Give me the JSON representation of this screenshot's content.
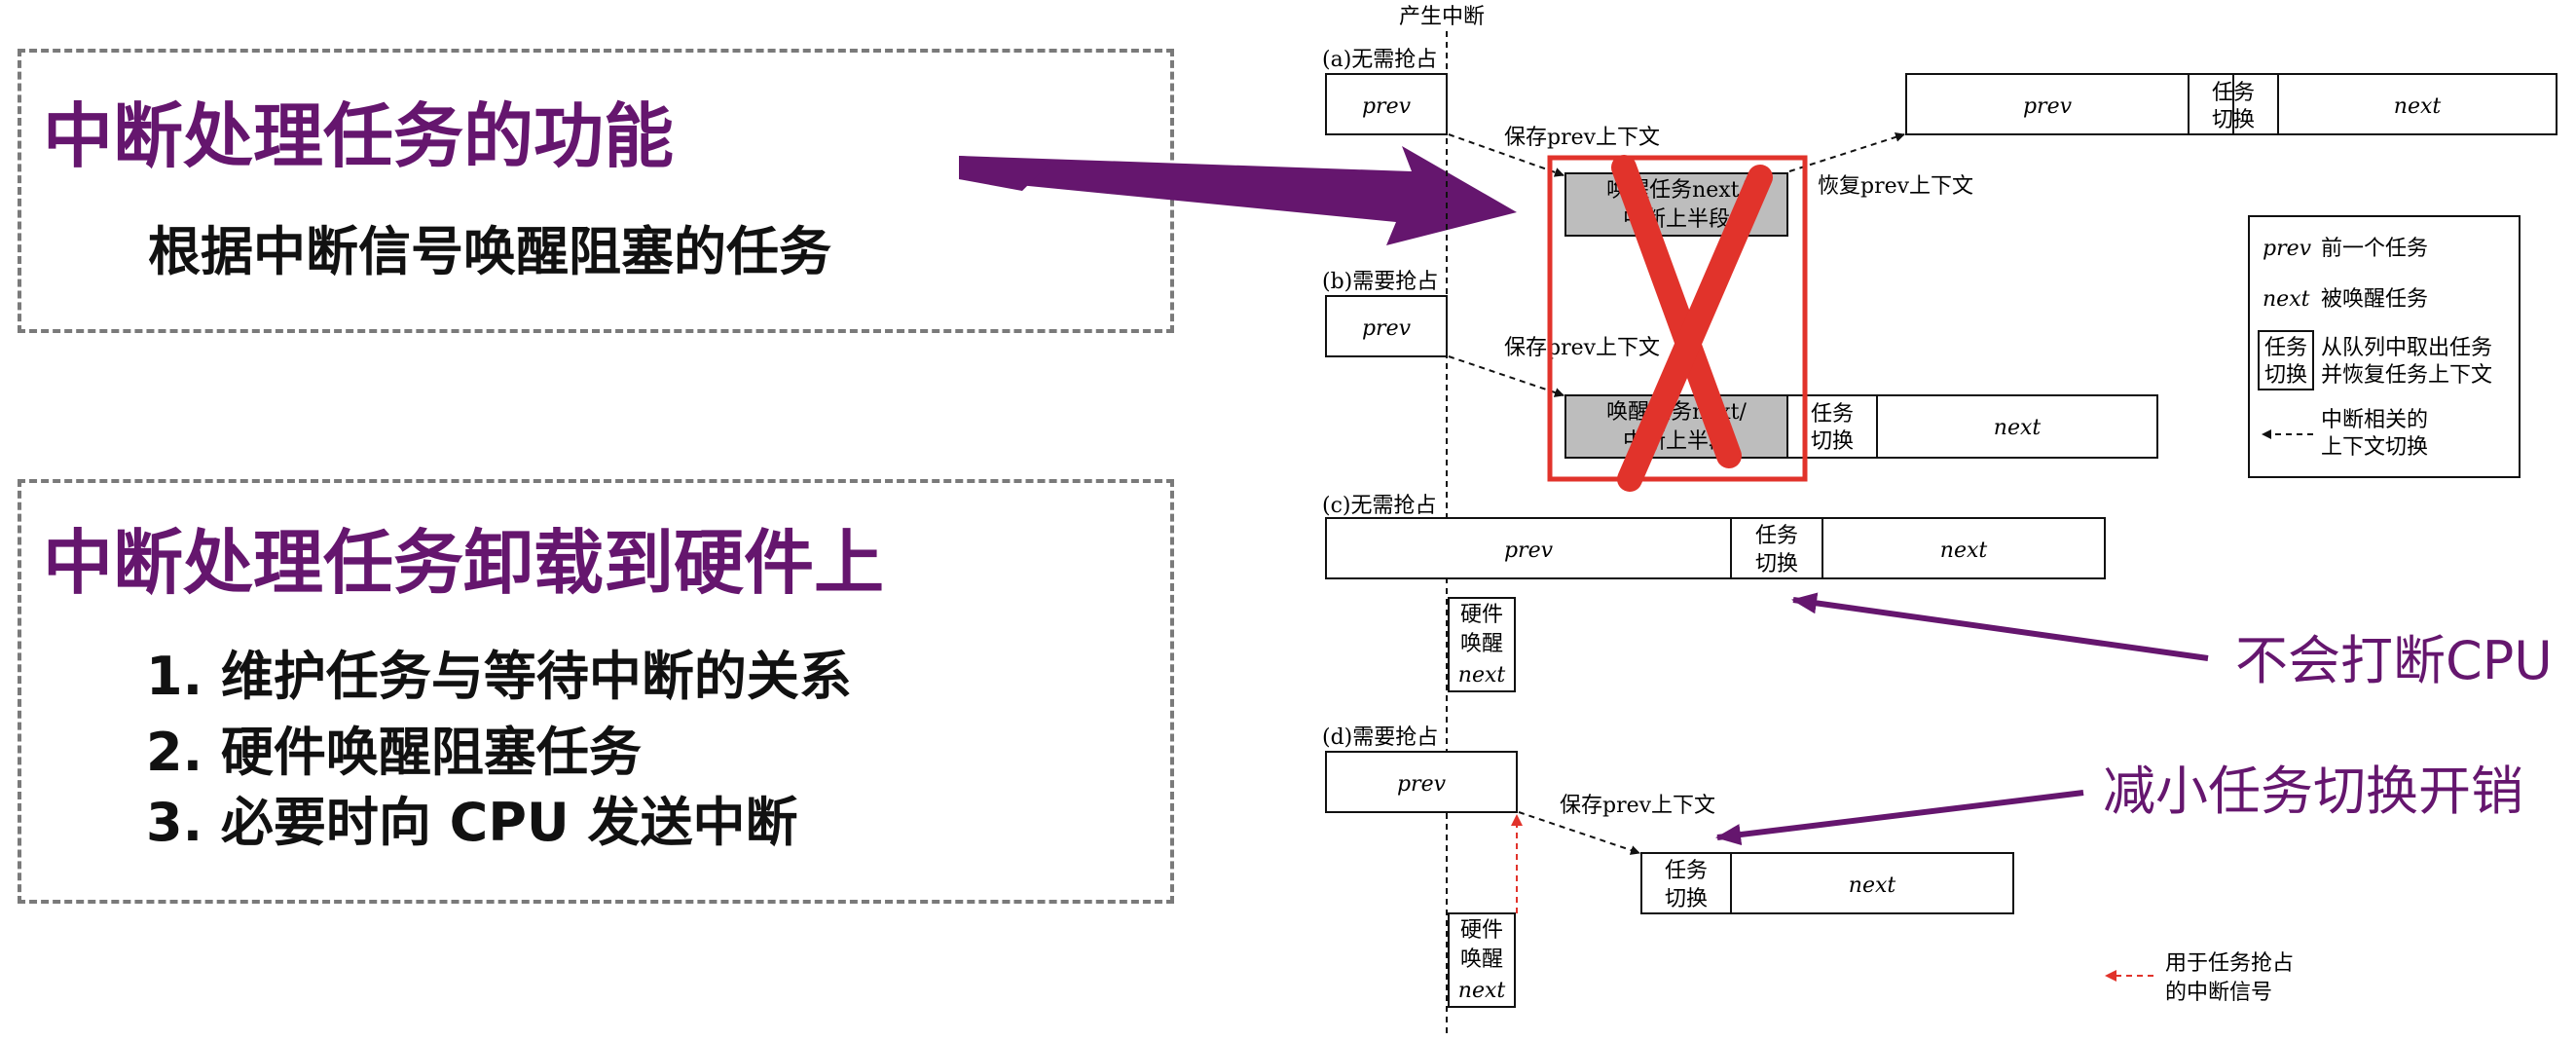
{
  "left": {
    "box1": {
      "heading": "中断处理任务的功能",
      "text": "根据中断信号唤醒阻塞的任务"
    },
    "box2": {
      "heading": "中断处理任务卸载到硬件上",
      "items": [
        "1. 维护任务与等待中断的关系",
        "2. 硬件唤醒阻塞任务",
        "3. 必要时向 CPU 发送中断"
      ]
    }
  },
  "notes": {
    "no_interrupt": "不会打断CPU",
    "reduce_cost": "减小任务切换开销"
  },
  "colors": {
    "purple": "#65166e",
    "red": "#e1332b",
    "gray_fill": "#bdbdbd"
  },
  "diagram": {
    "interrupt_label": "产生中断",
    "sections": {
      "a": "(a)无需抢占",
      "b": "(b)需要抢占",
      "c": "(c)无需抢占",
      "d": "(d)需要抢占"
    },
    "prev": "prev",
    "next": "next",
    "task_switch_line1": "任务",
    "task_switch_line2": "切换",
    "save_ctx_a": "保存prev上下文",
    "restore_ctx_a": "恢复prev上下文",
    "save_ctx_b": "保存prev上下文",
    "save_ctx_d": "保存prev上下文",
    "wake_line1": "唤醒任务next/",
    "wake_line2": "中断上半段",
    "hw_wake_line1": "硬件",
    "hw_wake_line2": "唤醒",
    "hw_wake_line3": "next",
    "legend": {
      "prev_key": "prev",
      "prev_desc": "前一个任务",
      "next_key": "next",
      "next_desc": "被唤醒任务",
      "switch_key_1": "任务",
      "switch_key_2": "切换",
      "switch_desc_1": "从队列中取出任务",
      "switch_desc_2": "并恢复任务上下文",
      "arrow_desc_1": "中断相关的",
      "arrow_desc_2": "上下文切换"
    },
    "red_legend_1": "用于任务抢占",
    "red_legend_2": "的中断信号"
  }
}
